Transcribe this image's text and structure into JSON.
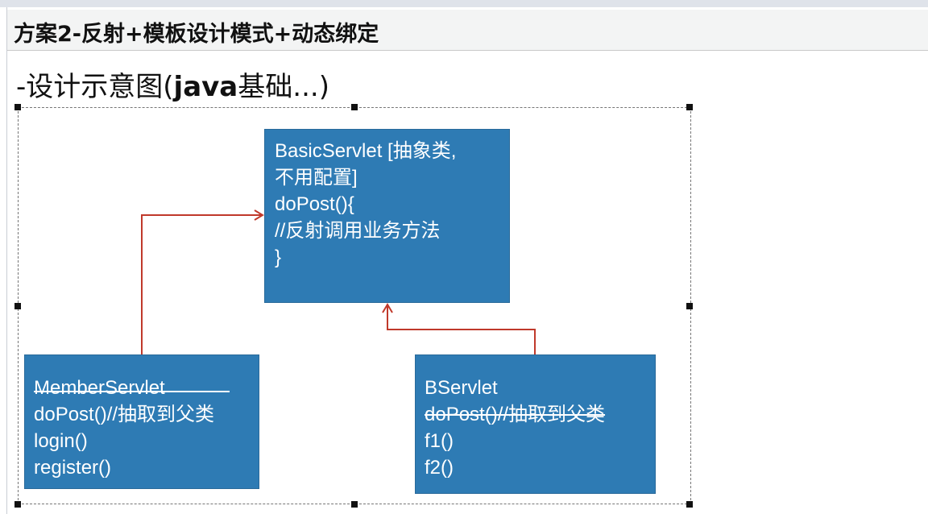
{
  "title": "方案2-反射+模板设计模式+动态绑定",
  "subtitle": {
    "prefix": "-设计示意图(",
    "bold": "java",
    "suffix": "基础...)"
  },
  "diagram": {
    "basic_servlet": {
      "lines": [
        "BasicServlet [抽象类,",
        "不用配置]",
        "doPost(){",
        "//反射调用业务方法",
        "}"
      ]
    },
    "member_servlet": {
      "lines": [
        "MemberServlet",
        "doPost()//抽取到父类",
        "login()",
        "register()"
      ],
      "struck_line_index": 0
    },
    "b_servlet": {
      "lines": [
        "BServlet",
        "doPost()//抽取到父类",
        "f1()",
        "f2()"
      ],
      "struck_line_index": 1
    }
  },
  "colors": {
    "box_fill": "#2e7bb4",
    "arrow": "#c0392b",
    "title_bar": "#f3f4f4"
  }
}
